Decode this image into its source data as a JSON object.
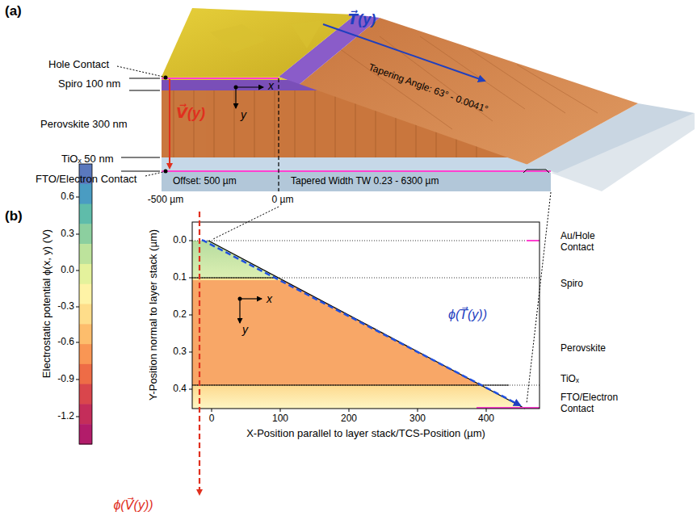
{
  "diagram": {
    "labels": [
      "(a)",
      "Hole Contact",
      "Spiro 100 nm",
      "Perovskite 300 nm",
      "TiOₓ 50 nm",
      "FTO/Electron Contact",
      "Offset: 500 µm",
      "Tapered Width TW 0.23 - 6300 µm",
      "-500 µm",
      "0 µm",
      "T⃗(y)",
      "Tapering Angle: 63° - 0.0041°",
      "V⃗(y)",
      "x",
      "y",
      "(b)",
      "Electrostatic potential ϕ(x, y) (V)",
      "0.6",
      "0.3",
      "0.0",
      "-0.3",
      "-0.6",
      "-0.9",
      "-1.2",
      "Y-Position normal to layer stack  (µm)",
      "0.0",
      "0.1",
      "0.2",
      "0.3",
      "0.4",
      "0",
      "100",
      "200",
      "300",
      "400",
      "X-Position parallel to layer stack/TCS-Position (µm)",
      "Au/Hole Contact",
      "Spiro",
      "Perovskite",
      "TiOₓ",
      "FTO/Electron Contact",
      "ϕ(T⃗(y))",
      "x",
      "y",
      "ϕ(V⃗(y))"
    ]
  }
}
